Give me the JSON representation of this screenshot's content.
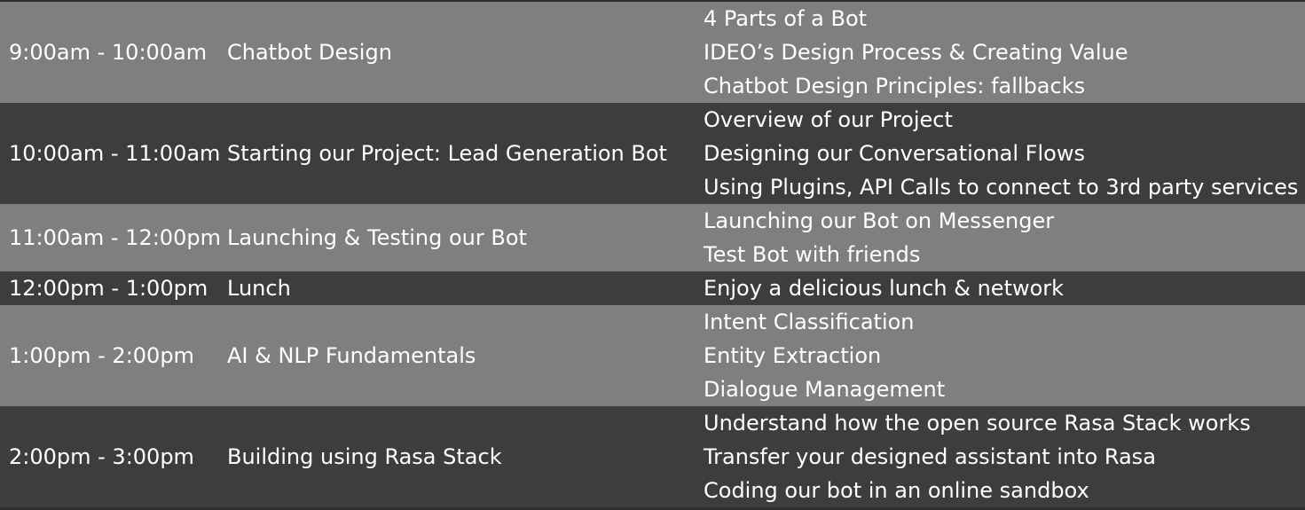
{
  "schedule": [
    {
      "time": "9:00am - 10:00am",
      "topic": "Chatbot Design",
      "details": [
        "4 Parts of a Bot",
        "IDEO’s Design Process & Creating Value",
        "Chatbot Design Principles: fallbacks"
      ]
    },
    {
      "time": "10:00am - 11:00am",
      "topic": "Starting our Project: Lead Generation Bot",
      "details": [
        "Overview of our Project",
        "Designing our Conversational Flows",
        "Using Plugins, API Calls to connect to 3rd party services"
      ]
    },
    {
      "time": "11:00am - 12:00pm",
      "topic": "Launching & Testing our Bot",
      "details": [
        "Launching our Bot on Messenger",
        "Test Bot with friends"
      ]
    },
    {
      "time": "12:00pm - 1:00pm",
      "topic": "Lunch",
      "details": [
        "Enjoy a delicious lunch & network"
      ]
    },
    {
      "time": "1:00pm - 2:00pm",
      "topic": "AI & NLP Fundamentals",
      "details": [
        "Intent Classification",
        "Entity Extraction",
        "Dialogue Management"
      ]
    },
    {
      "time": "2:00pm - 3:00pm",
      "topic": "Building using Rasa Stack",
      "details": [
        "Understand how the open source Rasa Stack works",
        "Transfer your designed assistant into Rasa",
        "Coding our bot in an online sandbox"
      ]
    }
  ],
  "colors": {
    "light_row": "#7f7f7f",
    "dark_row": "#3d3d3d",
    "text": "#ffffff"
  }
}
